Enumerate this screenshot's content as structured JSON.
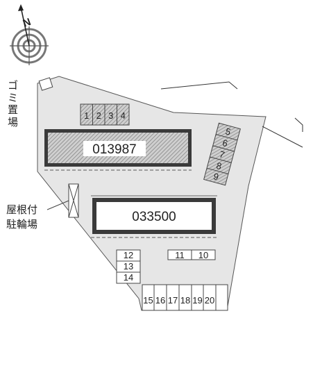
{
  "compass": {
    "north_label": "N"
  },
  "trash_label": [
    "ゴ",
    "ミ",
    "置",
    "場"
  ],
  "bicycle_label": [
    "屋根付",
    "駐輪場"
  ],
  "buildings": [
    {
      "id": "b1",
      "label": "013987"
    },
    {
      "id": "b2",
      "label": "033500"
    }
  ],
  "parking": {
    "top_row": [
      "1",
      "2",
      "3",
      "4"
    ],
    "diagonal": [
      "5",
      "6",
      "7",
      "8",
      "9"
    ],
    "left_stack": [
      "12",
      "13",
      "14"
    ],
    "middle_row": [
      "11",
      "10"
    ],
    "bottom_row": [
      "15",
      "16",
      "17",
      "18",
      "19",
      "20"
    ]
  },
  "colors": {
    "lot": "#e6e6e6",
    "hatch": "#8a8a8a",
    "outline": "#444444",
    "building_frame": "#3a3a3a"
  }
}
